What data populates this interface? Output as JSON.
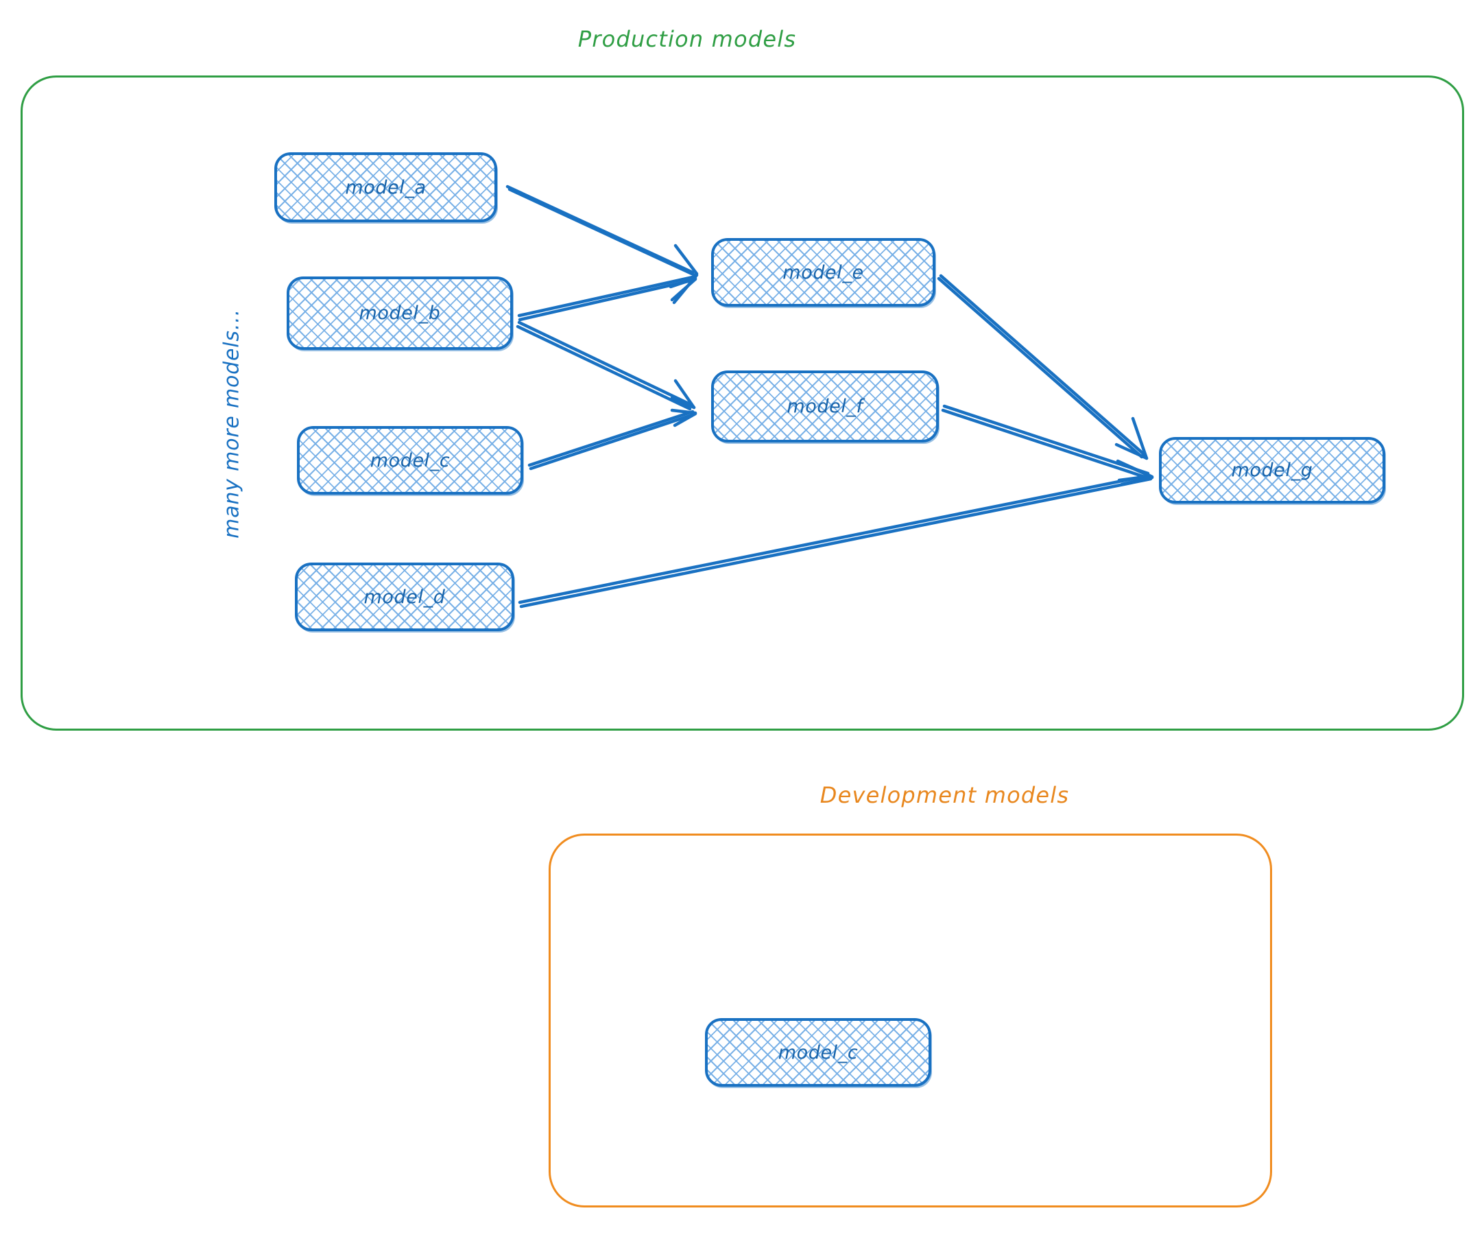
{
  "diagram": {
    "type": "flow-dag",
    "background": "#ffffff",
    "groups": [
      {
        "id": "production",
        "title": "Production models",
        "color": "#2f9e44",
        "nodes": [
          "model_a",
          "model_b",
          "model_c",
          "model_d",
          "model_e",
          "model_f",
          "model_g"
        ]
      },
      {
        "id": "development",
        "title": "Development models",
        "color": "#f08c1f",
        "nodes": [
          "model_c"
        ]
      }
    ]
  },
  "production": {
    "title": "Production models",
    "title_color": "#2f9e44",
    "border_color": "#2f9e44",
    "annotation": "many more models...",
    "annotation_color": "#1971c2",
    "nodes": {
      "a": {
        "label": "model_a"
      },
      "b": {
        "label": "model_b"
      },
      "c": {
        "label": "model_c"
      },
      "d": {
        "label": "model_d"
      },
      "e": {
        "label": "model_e"
      },
      "f": {
        "label": "model_f"
      },
      "g": {
        "label": "model_g"
      }
    },
    "edges": [
      {
        "from": "model_a",
        "to": "model_e"
      },
      {
        "from": "model_b",
        "to": "model_e"
      },
      {
        "from": "model_b",
        "to": "model_f"
      },
      {
        "from": "model_c",
        "to": "model_f"
      },
      {
        "from": "model_e",
        "to": "model_g"
      },
      {
        "from": "model_f",
        "to": "model_g"
      },
      {
        "from": "model_d",
        "to": "model_g"
      }
    ]
  },
  "development": {
    "title": "Development models",
    "title_color": "#e8871e",
    "border_color": "#f08c1f",
    "nodes": {
      "c": {
        "label": "model_c"
      }
    },
    "edges": []
  },
  "style": {
    "node_border": "#1971c2",
    "node_text": "#1864ab",
    "node_hatch": "#74aee6",
    "edge_color": "#1971c2"
  }
}
